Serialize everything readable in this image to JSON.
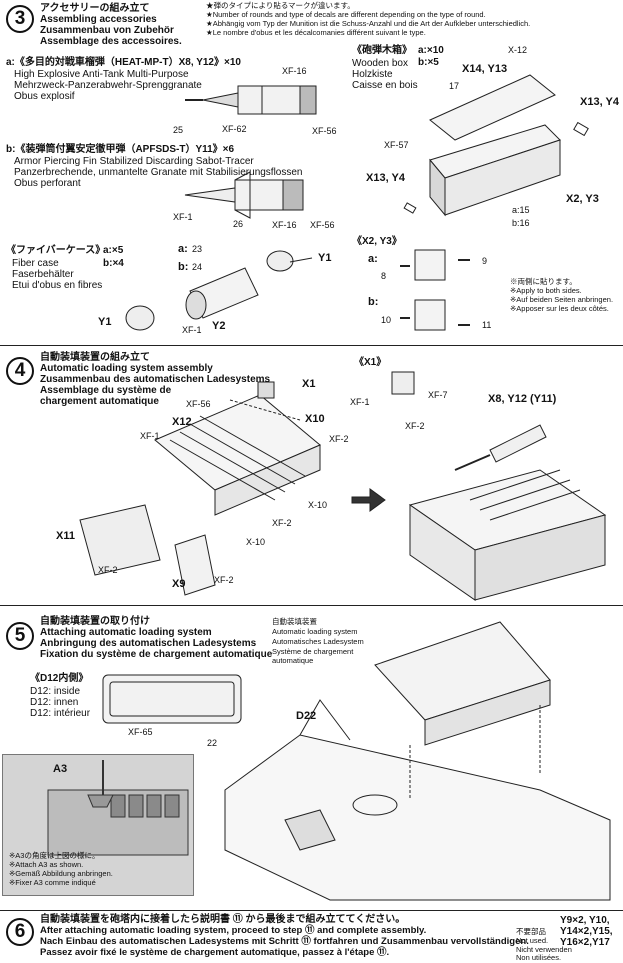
{
  "step3": {
    "number": "3",
    "title_jp": "アクセサリーの組み立て",
    "title_en": "Assembling accessories",
    "title_de": "Zusammenbau von Zubehör",
    "title_fr": "Assemblage des accessoires.",
    "note": [
      "★弾のタイプにより貼るマークが違います。",
      "★Number of rounds and type of decals are different depending on the type of round.",
      "★Abhängig vom Typ der Munition ist die Schuss-Anzahl und die Art der Aufkleber unterschiedlich.",
      "★Le nombre d'obus et les décalcomanies différent suivant le type."
    ],
    "round_a": {
      "title": "a:《多目的対戦車榴弾（HEAT-MP-T）X8, Y12》×10",
      "en": "High Explosive Anti-Tank Multi-Purpose",
      "de": "Mehrzweck-Panzerabwehr-Sprenggranate",
      "fr": "Obus explosif",
      "labels": [
        "XF-16",
        "XF-62",
        "XF-56",
        "25"
      ]
    },
    "round_b": {
      "title": "b:《装弾筒付翼安定徹甲弾（APFSDS-T）Y11》×6",
      "en": "Armor Piercing Fin Stabilized Discarding Sabot-Tracer",
      "de": "Panzerbrechende, unmantelte Granate mit Stabilisierungsflossen",
      "fr": "Obus perforant",
      "labels": [
        "XF-1",
        "XF-16",
        "XF-56",
        "26"
      ]
    },
    "fiber": {
      "title": "《ファイバーケース》",
      "a_count": "a:×5",
      "b_count": "b:×4",
      "en": "Fiber case",
      "de": "Faserbehälter",
      "fr": "Etui d'obus en fibres",
      "labels": {
        "a": "a:",
        "b": "b:",
        "y1": "Y1",
        "y1b": "Y1",
        "y2": "Y2",
        "xf1": "XF-1",
        "d23": "23",
        "d24": "24"
      }
    },
    "box": {
      "title": "《砲弾木箱》",
      "a_count": "a:×10",
      "b_count": "b:×5",
      "en": "Wooden box",
      "de": "Holzkiste",
      "fr": "Caisse en bois",
      "labels": {
        "x12": "X-12",
        "x14y13": "X14, Y13",
        "x13y4": "X13, Y4",
        "x13y4b": "X13, Y4",
        "x2y3": "X2, Y3",
        "xf57": "XF-57",
        "a15": "a:15",
        "b16": "b:16",
        "d17": "17"
      }
    },
    "x2y3": {
      "title": "《X2, Y3》",
      "a": "a:",
      "b": "b:",
      "decals": [
        "8",
        "9",
        "10",
        "11"
      ],
      "note": [
        "※両側に貼ります。",
        "※Apply to both sides.",
        "※Auf beiden Seiten anbringen.",
        "※Apposer sur les deux côtés."
      ]
    }
  },
  "step4": {
    "number": "4",
    "title_jp": "自動装填装置の組み立て",
    "title_en": "Automatic loading system assembly",
    "title_de": "Zusammenbau des automatischen Ladesystems",
    "title_fr1": "Assemblage du système de",
    "title_fr2": "chargement automatique",
    "labels": {
      "x1": "X1",
      "x10": "X10",
      "x12": "X12",
      "x11": "X11",
      "x9": "X9",
      "xf56": "XF-56",
      "xf1": "XF-1",
      "xf2a": "XF-2",
      "xf2b": "XF-2",
      "xf2c": "XF-2",
      "xf2d": "XF-2",
      "x10b": "X-10",
      "x10c": "X-10"
    },
    "detail": {
      "title": "《X1》",
      "xf1": "XF-1",
      "xf7": "XF-7",
      "xf2": "XF-2"
    },
    "right_label": "X8, Y12 (Y11)"
  },
  "step5": {
    "number": "5",
    "title_jp": "自動装填装置の取り付け",
    "title_en": "Attaching automatic loading system",
    "title_de": "Anbringung des automatischen Ladesystems",
    "title_fr": "Fixation du système de chargement automatique",
    "d12": {
      "title": "《D12内側》",
      "en": "D12: inside",
      "de": "D12: innen",
      "fr": "D12: intérieur",
      "xf65": "XF-65",
      "decal": "22"
    },
    "auto_label": [
      "自動装填装置",
      "Automatic loading system",
      "Automatisches Ladesystem",
      "Système de chargement",
      "automatique"
    ],
    "d22": "D22",
    "inset": {
      "a3": "A3",
      "note": [
        "※A3の角度は上図の様に。",
        "※Attach A3 as shown.",
        "※Gemäß Abbildung anbringen.",
        "※Fixer A3 comme indiqué"
      ]
    }
  },
  "step6": {
    "number": "6",
    "line_jp": "自動装填装置を砲塔内に接着したら説明書 ⑪ から最後まで組み立ててください。",
    "line_en": "After attaching automatic loading system, proceed to step ⑪ and complete assembly.",
    "line_de": "Nach Einbau des automatischen Ladesystems mit Schritt ⑪ fortfahren und Zusammenbau vervollständigen.",
    "line_fr": "Passez avoir fixé le système de chargement automatique, passez à l'étape ⑪.",
    "unused": {
      "jp": "不要部品",
      "en": "Not used.",
      "de": "Nicht verwenden",
      "fr": "Non utilisées.",
      "p1": "Y9×2, Y10,",
      "p2": "Y14×2,Y15,",
      "p3": "Y16×2,Y17"
    }
  }
}
